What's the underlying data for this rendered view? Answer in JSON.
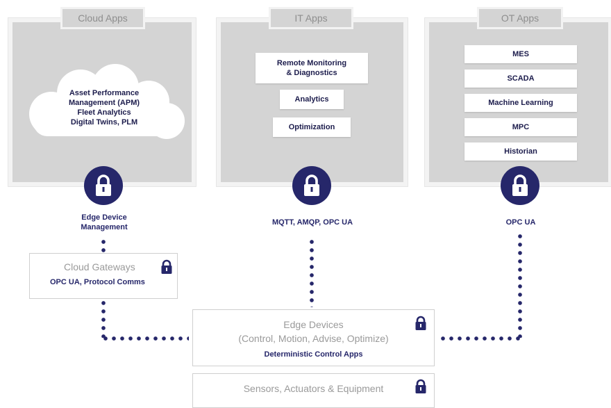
{
  "colors": {
    "navy": "#26276a",
    "panel": "#d4d4d4",
    "tab_text": "#8e8e8e"
  },
  "cloud_apps": {
    "tab": "Cloud Apps",
    "cloud_text": "Asset Performance\nManagement (APM)\nFleet Analytics\nDigital Twins, PLM",
    "lock_icon": "lock-icon",
    "label": "Edge Device\nManagement"
  },
  "it_apps": {
    "tab": "IT Apps",
    "items": [
      "Remote Monitoring\n& Diagnostics",
      "Analytics",
      "Optimization"
    ],
    "lock_icon": "lock-icon",
    "label": "MQTT, AMQP, OPC UA"
  },
  "ot_apps": {
    "tab": "OT Apps",
    "items": [
      "MES",
      "SCADA",
      "Machine Learning",
      "MPC",
      "Historian"
    ],
    "lock_icon": "lock-icon",
    "label": "OPC UA"
  },
  "cloud_gateways": {
    "title": "Cloud Gateways",
    "subtitle": "OPC UA, Protocol Comms"
  },
  "edge_devices": {
    "title": "Edge Devices",
    "subtitle": "(Control, Motion, Advise, Optimize)",
    "detail": "Deterministic Control Apps"
  },
  "sensors": {
    "title": "Sensors, Actuators & Equipment"
  }
}
